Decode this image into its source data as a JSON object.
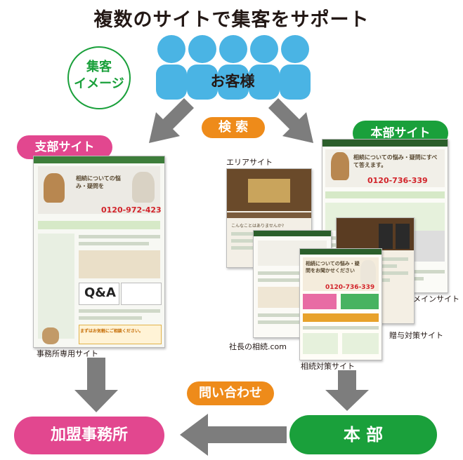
{
  "title": "複数のサイトで集客をサポート",
  "image_badge": "集客\nイメージ",
  "customers_label": "お客様",
  "search_label": "検 索",
  "branch_site_label": "支部サイト",
  "hq_site_label": "本部サイト",
  "area_site_label": "エリアサイト",
  "main_site_label": "メインサイト",
  "office_site_label": "事務所専用サイト",
  "president_site_label": "社長の相続.com",
  "gift_site_label": "贈与対策サイト",
  "inheritance_site_label": "相続対策サイト",
  "inquiry_label": "問い合わせ",
  "member_office_label": "加盟事務所",
  "hq_label": "本 部",
  "thumbnails": {
    "branch_phone": "0120-972-423",
    "branch_qa": "Q&A",
    "branch_heading": "相続についての悩み・疑問を",
    "branch_cta": "まずはお気軽にご相談ください。",
    "main_heading": "相続についての悩み・疑問にすべて答えます。",
    "main_phone": "0120-736-339",
    "inh_heading": "相続についての悩み・疑問をお聞かせください",
    "inh_phone": "0120-736-339",
    "area_question": "こんなことはありませんか?"
  },
  "colors": {
    "pink": "#e2478f",
    "green": "#1aa03b",
    "orange": "#ee8b1a",
    "sky": "#4ab4e4",
    "arrow": "#7d7d7d"
  }
}
